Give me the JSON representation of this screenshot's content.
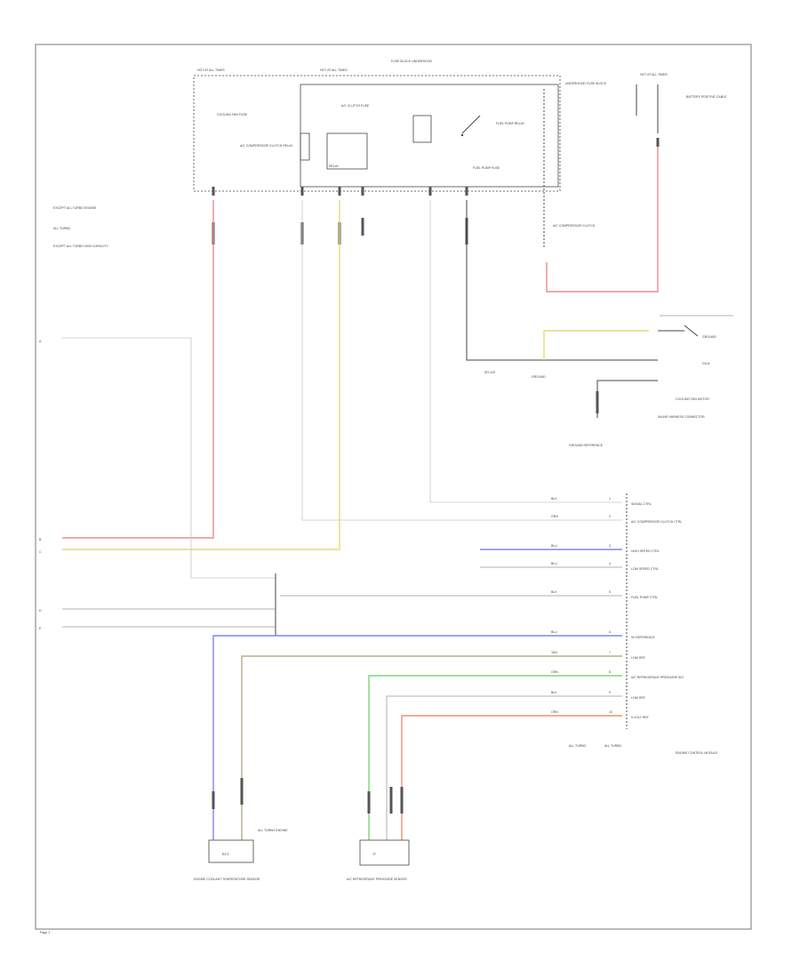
{
  "diagram": {
    "footer_code": "Page 1",
    "top_labels": {
      "fuse_left": "HOT AT ALL TIMES",
      "fuse_mid": "HOT AT ALL TIMES",
      "fuse_box": "FUSE BLOCK UNDERHOOD",
      "fuse_right": "HOT AT ALL TIMES"
    },
    "relay_labels": {
      "cooling_fan_fuse": "COOLING FAN FUSE",
      "ac_clutch_fuse": "A/C CLUTCH FUSE",
      "ac_relay": "A/C COMPRESSOR CLUTCH RELAY",
      "ac_relay_switch": "RELAY",
      "fuel_pump_relay": "FUEL PUMP RELAY",
      "fuel_pump_fuse": "FUEL PUMP FUSE",
      "underhood_note": "UNDERHOOD FUSE BLOCK",
      "battery_note": "BATTERY POSITIVE CABLE"
    },
    "left_notes": [
      "EXCEPT ALL TURBO ENGINE",
      "ALL TURBO",
      "EXCEPT ALL TURBO HIGH CAPACITY"
    ],
    "compressor_note": "A/C COMPRESSOR CLUTCH",
    "splice_note": "SPLICE",
    "mid_right_labels": {
      "ground_a": "GROUND",
      "ground_b": "GROUND",
      "ground_label": "G104",
      "cooling_fan_note": "COOLING FAN MOTOR",
      "inline_connector": "INLINE HARNESS CONNECTOR",
      "ground_point": "GROUND REFERENCE"
    },
    "ecm_pins": [
      {
        "wire": "BLK",
        "pin": "1",
        "label": "SIGNAL CTRL"
      },
      {
        "wire": "GRN",
        "pin": "2",
        "label": "A/C COMPRESSOR CLUTCH CTRL"
      },
      {
        "wire": "BLU",
        "pin": "3",
        "label": "HIGH SPEED CTRL"
      },
      {
        "wire": "BLU",
        "pin": "4",
        "label": "LOW SPEED CTRL"
      },
      {
        "wire": "BLK",
        "pin": "5",
        "label": "FUEL PUMP CTRL"
      },
      {
        "wire": "BLU",
        "pin": "6",
        "label": "5V REFERENCE"
      },
      {
        "wire": "TAN",
        "pin": "7",
        "label": "LOW REF"
      },
      {
        "wire": "GRN",
        "pin": "8",
        "label": "A/C REFRIGERANT PRESSURE SIG"
      },
      {
        "wire": "BLK",
        "pin": "9",
        "label": "LOW REF"
      },
      {
        "wire": "ORN",
        "pin": "10",
        "label": "5 VOLT REF"
      }
    ],
    "ecm_labels": {
      "ecm_title": "ENGINE CONTROL MODULE",
      "turbo_note_a": "ALL TURBO",
      "turbo_note_b": "ALL TURBO"
    },
    "bottom_left": {
      "component": "ENGINE COOLANT TEMPERATURE SENSOR",
      "note": "ALL TURBO ENGINE",
      "box_text": "ECT"
    },
    "bottom_mid": {
      "component": "A/C REFRIGERANT PRESSURE SENSOR",
      "sensor_text": "P"
    },
    "left_terminals": [
      "A",
      "B",
      "C",
      "D",
      "E"
    ]
  }
}
